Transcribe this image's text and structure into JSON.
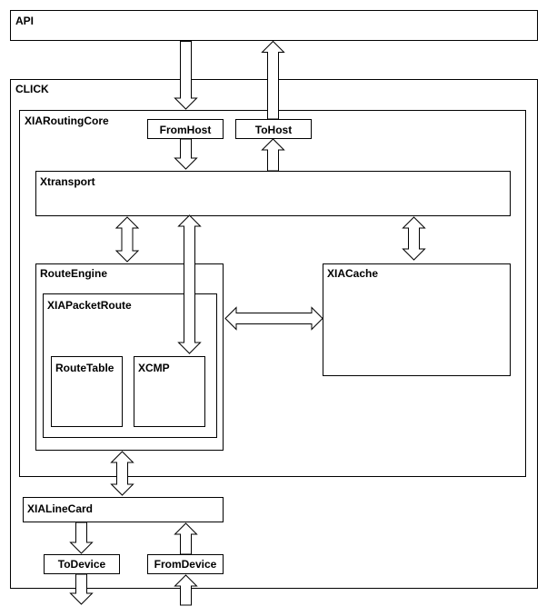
{
  "labels": {
    "api": "API",
    "click": "CLICK",
    "routing_core": "XIARoutingCore",
    "from_host": "FromHost",
    "to_host": "ToHost",
    "xtransport": "Xtransport",
    "route_engine": "RouteEngine",
    "packet_route": "XIAPacketRoute",
    "route_table": "RouteTable",
    "xcmp": "XCMP",
    "xia_cache": "XIACache",
    "line_card": "XIALineCard",
    "to_device": "ToDevice",
    "from_device": "FromDevice"
  },
  "colors": {
    "stroke": "#000000",
    "fill": "#ffffff"
  }
}
